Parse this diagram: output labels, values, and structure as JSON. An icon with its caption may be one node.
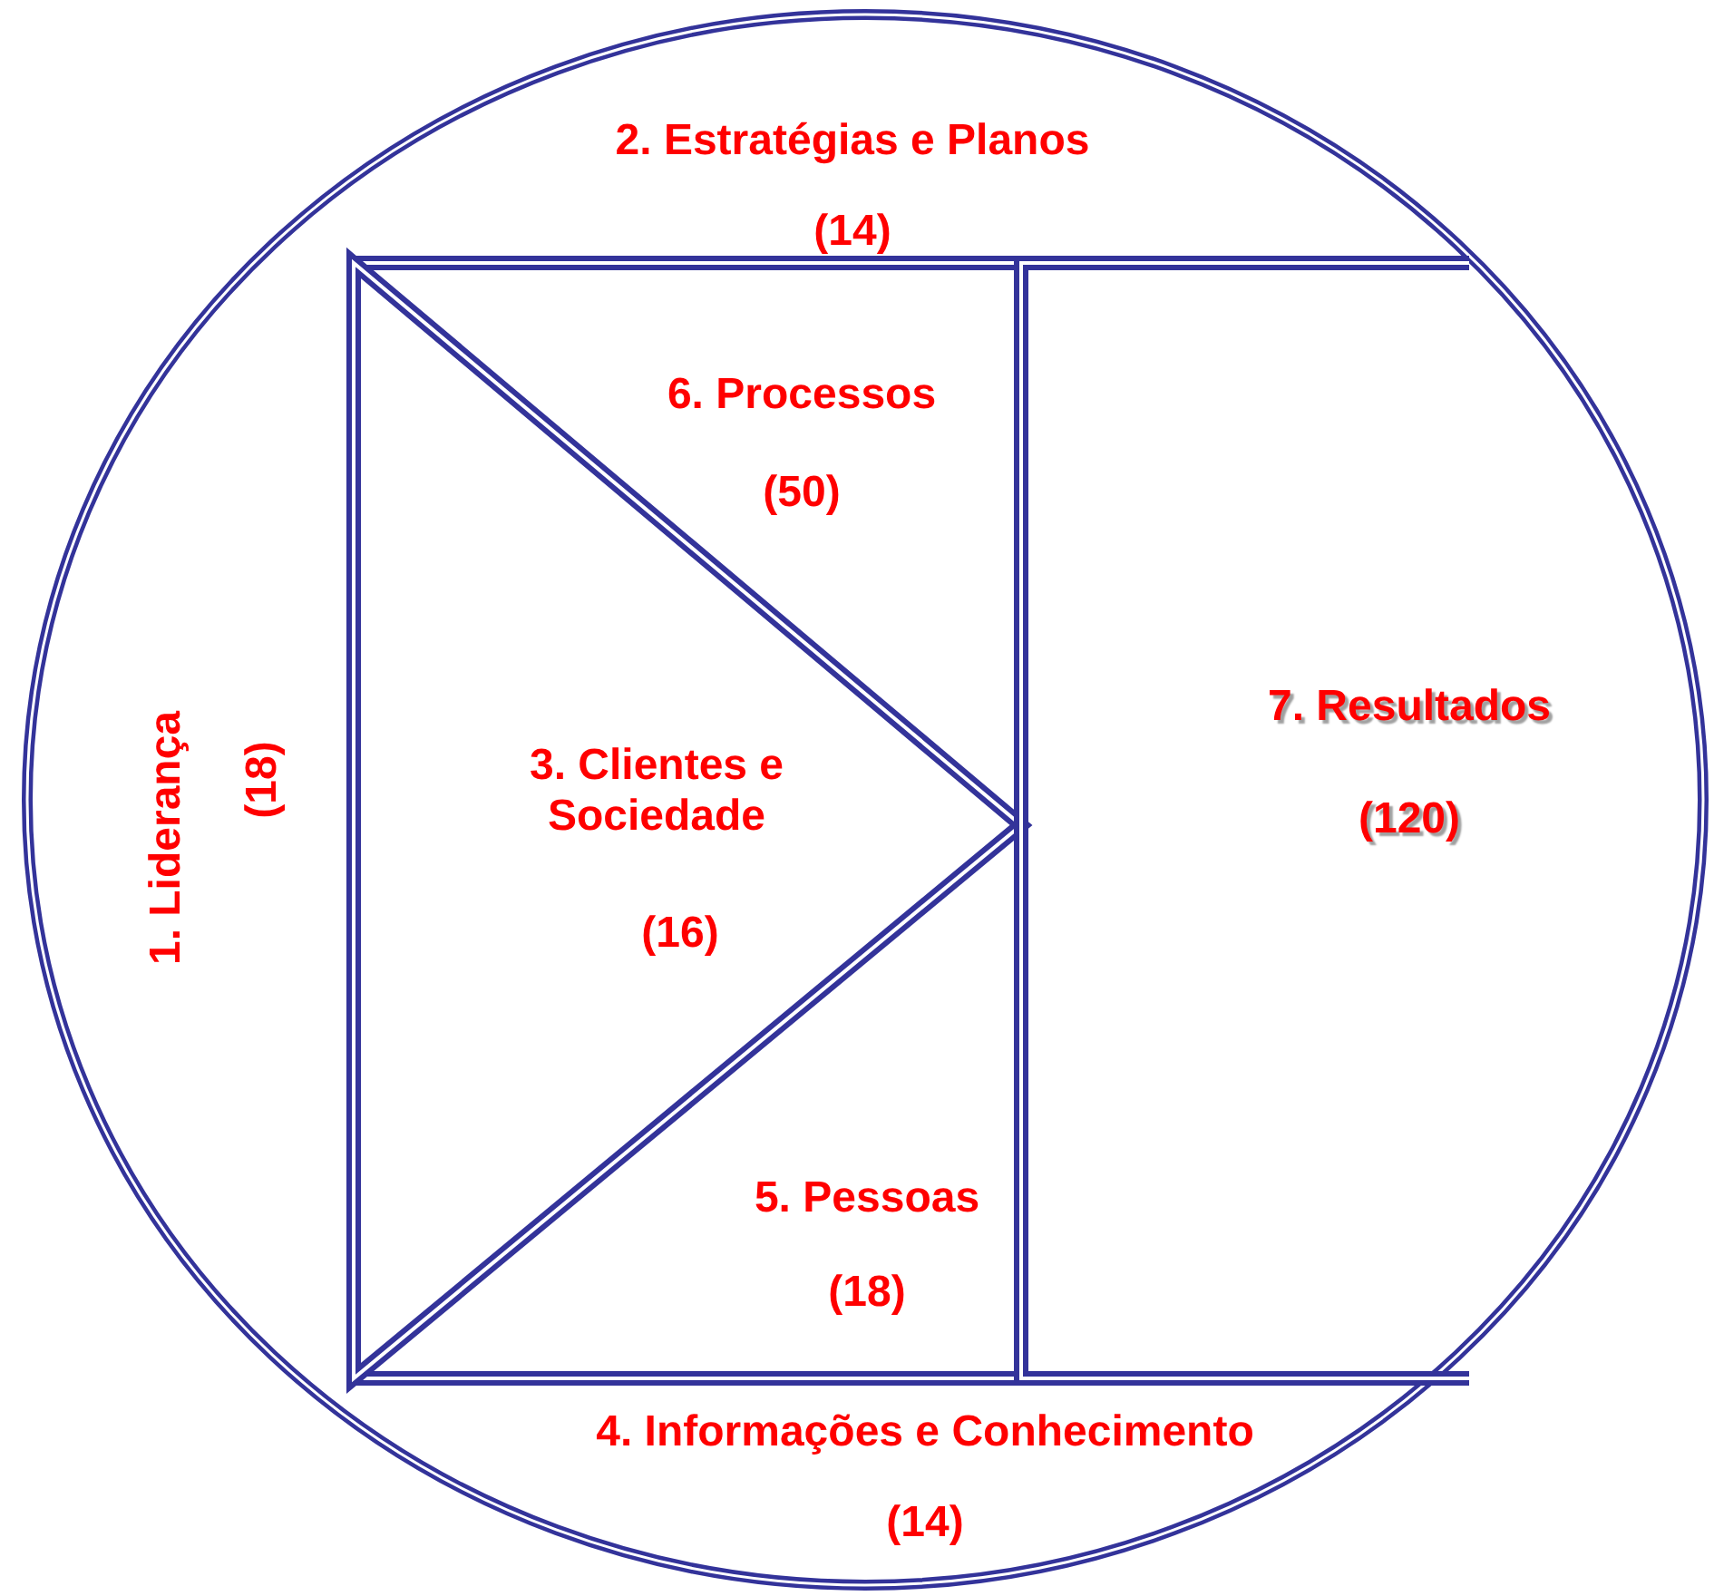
{
  "diagram": {
    "nodes": [
      {
        "text": [
          "2. Estratégias e Planos",
          "(14)",
          "1. Liderança",
          "(18)",
          "4. Informações e Conhecimento",
          "(14)"
        ]
      },
      {
        "text": [
          "6. Processos",
          "(50)",
          "5. Pessoas",
          "(18)"
        ],
        "in": 0
      },
      {
        "text": [
          "3. Clientes e Sociedade",
          "(16)"
        ],
        "in": 1
      },
      {
        "text": [
          "7. Resultados",
          "(120)"
        ],
        "in": 0
      }
    ]
  }
}
